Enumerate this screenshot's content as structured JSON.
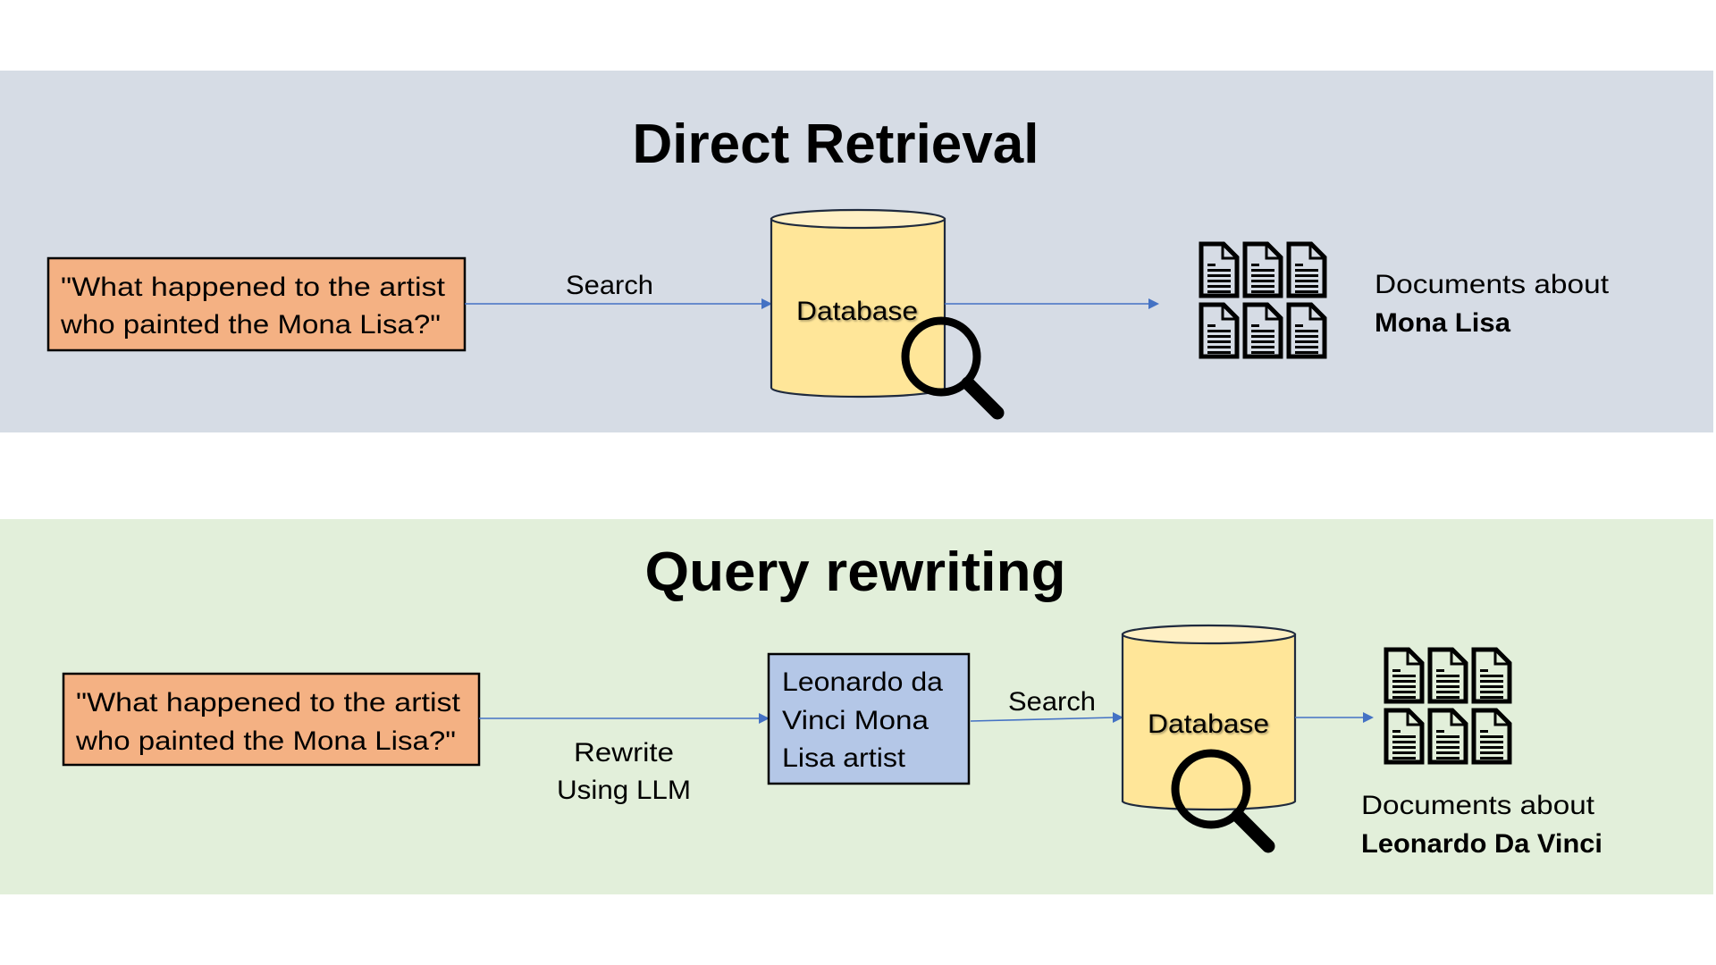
{
  "colors": {
    "panel_direct": "#D6DCE5",
    "panel_rewrite": "#E2EFDA",
    "query_box": "#F4B183",
    "rewritten_box": "#B4C7E7",
    "database_body": "#FFE699",
    "database_top": "#FFF0C4",
    "arrow": "#4472C4"
  },
  "direct_retrieval": {
    "title": "Direct Retrieval",
    "query_lines": [
      "\"What happened to the artist",
      "who painted the Mona Lisa?\""
    ],
    "search_label": "Search",
    "database_label": "Database",
    "documents_icon": "documents-icon",
    "magnifier_icon": "magnifying-glass-icon",
    "result_line1": "Documents about",
    "result_line2": "Mona Lisa"
  },
  "query_rewriting": {
    "title": "Query rewriting",
    "query_lines": [
      "\"What happened to the artist",
      "who painted the Mona Lisa?\""
    ],
    "rewrite_label_lines": [
      "Rewrite",
      "Using LLM"
    ],
    "rewritten_query_lines": [
      "Leonardo da",
      "Vinci Mona",
      "Lisa artist"
    ],
    "search_label": "Search",
    "database_label": "Database",
    "documents_icon": "documents-icon",
    "magnifier_icon": "magnifying-glass-icon",
    "result_line1": "Documents about",
    "result_line2": "Leonardo Da Vinci"
  }
}
